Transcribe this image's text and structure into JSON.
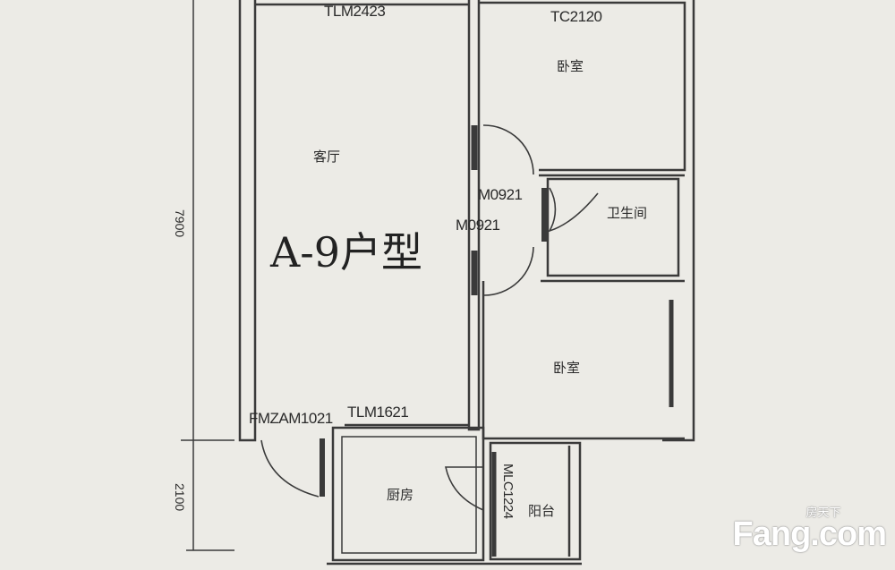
{
  "plan": {
    "title": "A-9户型",
    "rooms": {
      "living": "客厅",
      "bedroom_top": "卧室",
      "bedroom_bottom": "卧室",
      "bathroom": "卫生间",
      "kitchen": "厨房",
      "balcony": "阳台"
    },
    "openings": {
      "top_left": "TLM2423",
      "top_right": "TC2120",
      "door_upper": "M0921",
      "door_lower": "M0921",
      "kitchen_door": "TLM1621",
      "entry_door": "FMZAM1021",
      "balcony_door": "MLC1224"
    },
    "dimensions": {
      "upper": "7900",
      "lower": "2100"
    }
  },
  "watermark": {
    "brand": "Fang.com",
    "chinese": "房天下"
  }
}
